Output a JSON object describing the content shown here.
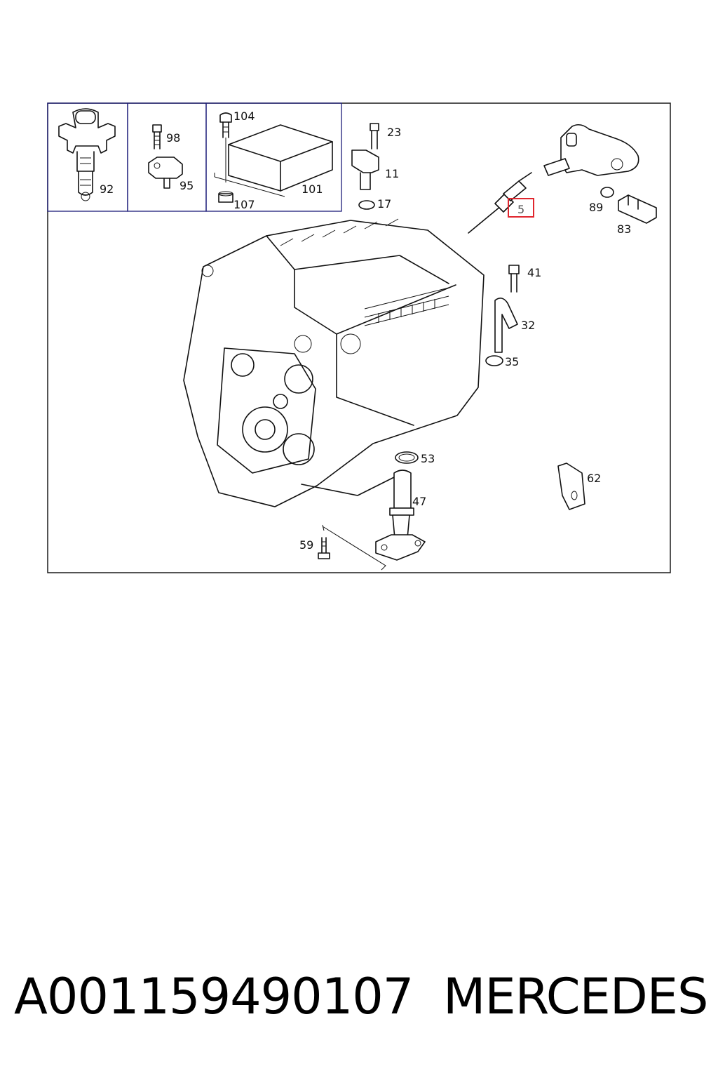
{
  "diagram": {
    "labels": {
      "p92": "92",
      "p98": "98",
      "p95": "95",
      "p104": "104",
      "p101": "101",
      "p107": "107",
      "p23": "23",
      "p11": "11",
      "p17": "17",
      "p5": "5",
      "p89": "89",
      "p83": "83",
      "p41": "41",
      "p32": "32",
      "p35": "35",
      "p53": "53",
      "p62": "62",
      "p47": "47",
      "p59": "59"
    },
    "highlight_color": "#e0262e",
    "frame_color": "#1a1a1a",
    "box_color": "#1c1c7a"
  },
  "footer": {
    "part_number": "A001159490107",
    "brand": "MERCEDES"
  }
}
